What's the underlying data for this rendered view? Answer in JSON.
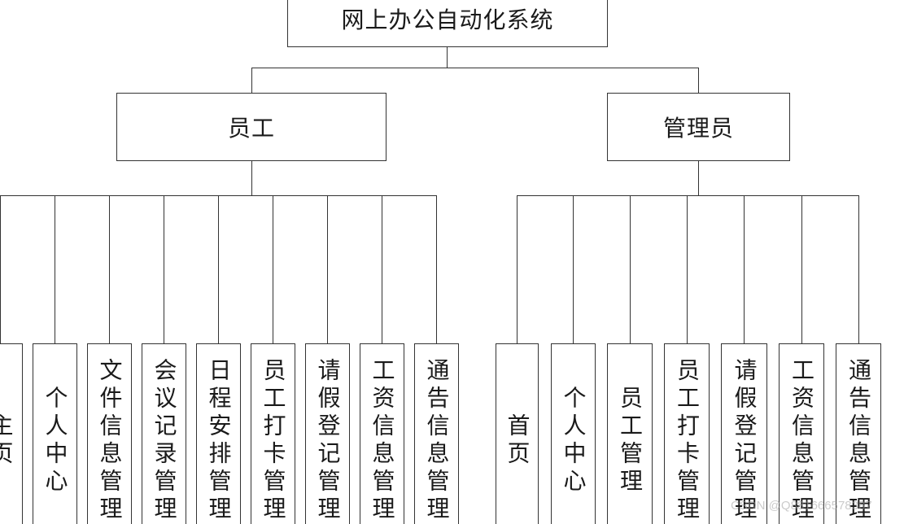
{
  "root": {
    "label": "网上办公自动化系统"
  },
  "roles": [
    {
      "label": "员工",
      "modules": [
        "主页",
        "个人中心",
        "文件信息管理",
        "会议记录管理",
        "日程安排管理",
        "员工打卡管理",
        "请假登记管理",
        "工资信息管理",
        "通告信息管理"
      ]
    },
    {
      "label": "管理员",
      "modules": [
        "首页",
        "个人中心",
        "员工管理",
        "员工打卡管理",
        "请假登记管理",
        "工资信息管理",
        "通告信息管理"
      ]
    }
  ],
  "watermark": "CSDN @Q881666578387",
  "colors": {
    "line": "#333333",
    "text": "#1a1a1a",
    "background": "#ffffff"
  }
}
